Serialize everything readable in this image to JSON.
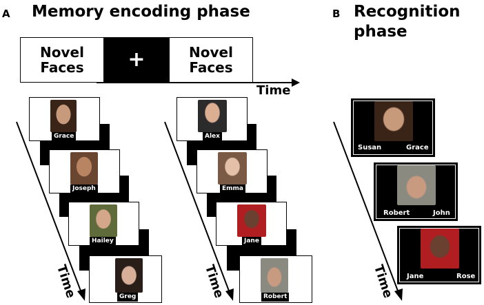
{
  "panel_a": {
    "letter": "A",
    "title": "Memory encoding phase",
    "block_left": "Novel\nFaces",
    "block_middle": "+",
    "block_right": "Novel\nFaces",
    "time_label": "Time",
    "sequence_1": [
      {
        "name": "Grace"
      },
      {
        "name": "Joseph"
      },
      {
        "name": "Hailey"
      },
      {
        "name": "Greg"
      }
    ],
    "sequence_2": [
      {
        "name": "Alex"
      },
      {
        "name": "Emma"
      },
      {
        "name": "Jane"
      },
      {
        "name": "Robert"
      }
    ],
    "fixation": "+",
    "axis_time": "Time"
  },
  "panel_b": {
    "letter": "B",
    "title": "Recognition\nphase",
    "trials": [
      {
        "left": "Susan",
        "right": "Grace"
      },
      {
        "left": "Robert",
        "right": "John"
      },
      {
        "left": "Jane",
        "right": "Rose"
      }
    ],
    "axis_time": "Time"
  }
}
